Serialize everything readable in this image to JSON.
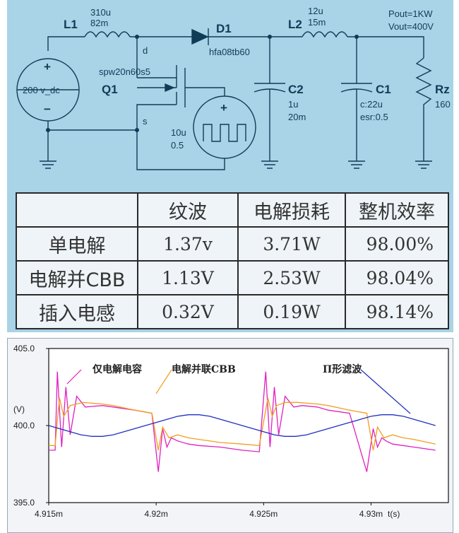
{
  "schematic": {
    "source_label": "200 v_dc",
    "L1": {
      "name": "L1",
      "value1": "310u",
      "value2": "82m"
    },
    "D1": {
      "name": "D1",
      "part": "hfa08tb60"
    },
    "L2": {
      "name": "L2",
      "value1": "12u",
      "value2": "15m"
    },
    "spec": {
      "pout": "Pout=1KW",
      "vout": "Vout=400V"
    },
    "Q1": {
      "name": "Q1",
      "part": "spw20n60s5",
      "drain": "d",
      "source": "s"
    },
    "pulse": {
      "plus": "+",
      "value1": "10u",
      "value2": "0.5"
    },
    "C2": {
      "name": "C2",
      "value1": "1u",
      "value2": "20m"
    },
    "C1": {
      "name": "C1",
      "value1": "c:22u",
      "value2": "esr:0.5"
    },
    "Rz": {
      "name": "Rz",
      "value": "160"
    },
    "source_plus": "+",
    "source_minus": "−"
  },
  "table": {
    "headers": [
      "",
      "纹波",
      "电解损耗",
      "整机效率"
    ],
    "rows": [
      {
        "name": "单电解",
        "ripple": "1.37v",
        "loss": "3.71W",
        "efficiency": "98.00%"
      },
      {
        "name": "电解并CBB",
        "ripple": "1.13V",
        "loss": "2.53W",
        "efficiency": "98.04%"
      },
      {
        "name": "插入电感",
        "ripple": "0.32V",
        "loss": "0.19W",
        "efficiency": "98.14%"
      }
    ]
  },
  "chart_data": {
    "type": "line",
    "ylabel": "(V)",
    "xlabel": "t(s)",
    "ylim": [
      395.0,
      405.0
    ],
    "xlim": [
      4.915,
      4.9336
    ],
    "yticks": [
      "405.0",
      "400.0",
      "395.0"
    ],
    "xticks": [
      "4.915m",
      "4.92m",
      "4.925m",
      "4.93m"
    ],
    "grid": false,
    "colors": {
      "electrolytic": "#e020c0",
      "cbb": "#f0a020",
      "inductor": "#2030c0"
    },
    "series": [
      {
        "name": "仅电解电容",
        "x": [
          4.915,
          4.9153,
          4.9154,
          4.9156,
          4.9158,
          4.916,
          4.9163,
          4.9167,
          4.9175,
          4.918,
          4.919,
          4.9198,
          4.9201,
          4.9203,
          4.9205,
          4.9207,
          4.921,
          4.9215,
          4.922,
          4.923,
          4.924,
          4.9248,
          4.9251,
          4.9253,
          4.9255,
          4.9257,
          4.926,
          4.9264,
          4.9268,
          4.9275,
          4.928,
          4.929,
          4.9298,
          4.9301,
          4.9303,
          4.9305,
          4.9307,
          4.931,
          4.9315,
          4.932,
          4.933
        ],
        "y": [
          398.4,
          398.4,
          403.5,
          398.6,
          402.5,
          399.4,
          401.9,
          401.2,
          401.3,
          401.2,
          401.0,
          400.8,
          397.0,
          399.8,
          398.6,
          399.2,
          399.0,
          398.8,
          398.7,
          398.6,
          398.4,
          398.3,
          403.5,
          398.6,
          402.5,
          399.4,
          401.9,
          401.2,
          401.3,
          401.2,
          401.0,
          400.8,
          397.0,
          399.8,
          398.6,
          399.2,
          399.0,
          398.8,
          398.7,
          398.6,
          398.4
        ]
      },
      {
        "name": "电解并联CBB",
        "x": [
          4.915,
          4.9153,
          4.9155,
          4.9157,
          4.916,
          4.9166,
          4.9175,
          4.918,
          4.919,
          4.9198,
          4.9201,
          4.9203,
          4.9206,
          4.921,
          4.9215,
          4.922,
          4.923,
          4.924,
          4.9248,
          4.9252,
          4.9254,
          4.9256,
          4.926,
          4.9266,
          4.9275,
          4.928,
          4.929,
          4.9298,
          4.9301,
          4.9303,
          4.9306,
          4.931,
          4.9315,
          4.932,
          4.933
        ],
        "y": [
          398.7,
          398.7,
          401.8,
          400.6,
          401.3,
          401.5,
          401.4,
          401.3,
          401.0,
          400.8,
          398.4,
          399.9,
          399.2,
          399.4,
          399.2,
          399.1,
          398.9,
          398.8,
          398.7,
          401.8,
          400.6,
          401.3,
          401.5,
          401.5,
          401.4,
          401.3,
          401.0,
          400.8,
          398.4,
          399.9,
          399.2,
          399.4,
          399.2,
          399.1,
          398.8
        ]
      },
      {
        "name": "Π形滤波",
        "x": [
          4.915,
          4.9155,
          4.916,
          4.9165,
          4.917,
          4.9175,
          4.918,
          4.9185,
          4.919,
          4.9195,
          4.92,
          4.9205,
          4.921,
          4.9215,
          4.922,
          4.9225,
          4.923,
          4.9235,
          4.924,
          4.9245,
          4.925,
          4.9255,
          4.926,
          4.9265,
          4.927,
          4.9275,
          4.928,
          4.9285,
          4.929,
          4.9295,
          4.93,
          4.9305,
          4.931,
          4.9315,
          4.932,
          4.9325,
          4.933
        ],
        "y": [
          400.0,
          399.8,
          399.6,
          399.4,
          399.3,
          399.3,
          399.4,
          399.6,
          399.8,
          400.0,
          400.2,
          400.4,
          400.6,
          400.7,
          400.7,
          400.6,
          400.4,
          400.2,
          400.0,
          399.8,
          399.6,
          399.4,
          399.3,
          399.3,
          399.4,
          399.6,
          399.8,
          400.0,
          400.2,
          400.4,
          400.6,
          400.7,
          400.7,
          400.6,
          400.4,
          400.2,
          400.0
        ]
      }
    ]
  }
}
